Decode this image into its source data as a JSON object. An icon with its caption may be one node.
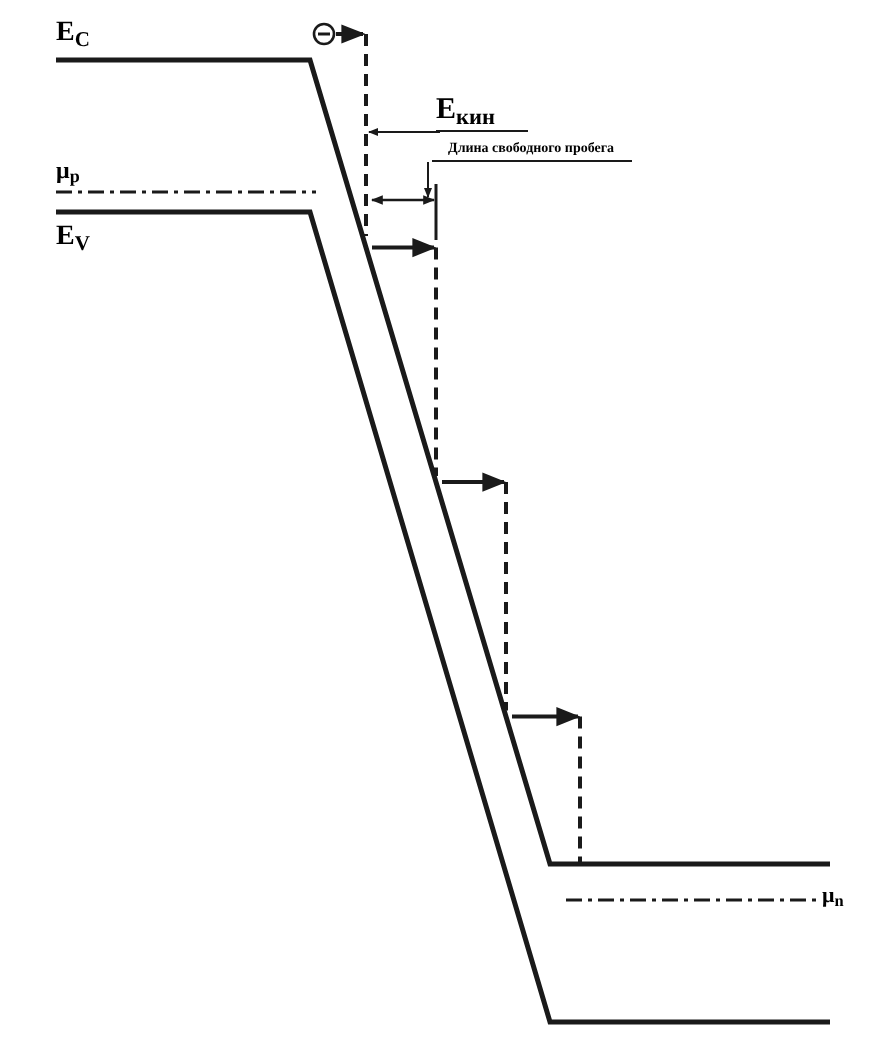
{
  "diagram": {
    "nodes": [
      {
        "text": [],
        "shape": "circle"
      },
      {
        "text": [
          "E$_{кин}$"
        ]
      },
      {
        "text": [
          "Длина свободного пробега"
        ]
      },
      {
        "text": [],
        "shape": "line"
      },
      {
        "text": [],
        "shape": "line"
      }
    ],
    "edges": [
      {
        "from": 0,
        "to": 3,
        "arrow": "to"
      },
      {
        "from": 1,
        "to": 3,
        "arrow": "to"
      },
      {
        "from": 2,
        "to": 4,
        "arrow": "to"
      }
    ],
    "labels": [
      "E$_{C}$",
      "μ$_{p}$",
      "E$_{V}$",
      "μ$_{n}$"
    ]
  }
}
